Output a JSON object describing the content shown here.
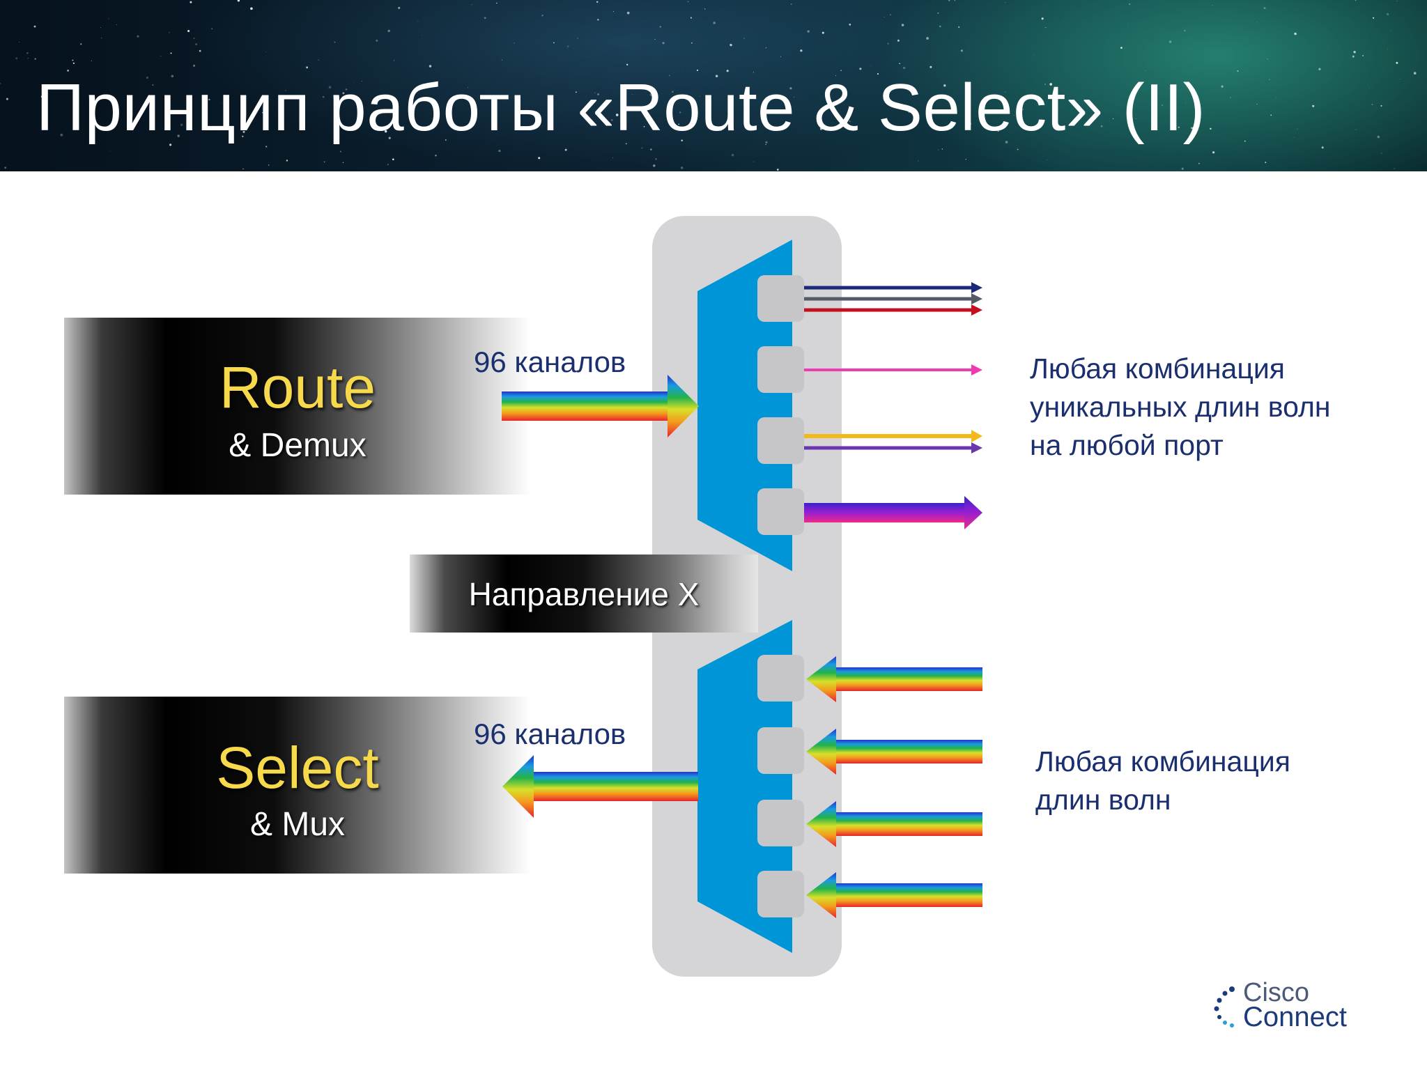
{
  "title": "Принцип работы «Route & Select» (II)",
  "route_block": {
    "main": "Route",
    "sub": "& Demux"
  },
  "select_block": {
    "main": "Select",
    "sub": "& Mux"
  },
  "direction_label": "Направление X",
  "channels_top": "96 каналов",
  "channels_bottom": "96 каналов",
  "note_top": [
    "Любая комбинация",
    "уникальных длин волн",
    "на любой порт"
  ],
  "note_bottom": [
    "Любая комбинация",
    "длин волн"
  ],
  "logo": {
    "line1": "Cisco",
    "line2": "Connect"
  },
  "colors": {
    "accent_yellow": "#f7d94c",
    "text_navy": "#1b2f6e",
    "wss_blue": "#0095d6",
    "chassis_gray": "#d5d5d7",
    "port_gray": "#c6c6c8"
  }
}
